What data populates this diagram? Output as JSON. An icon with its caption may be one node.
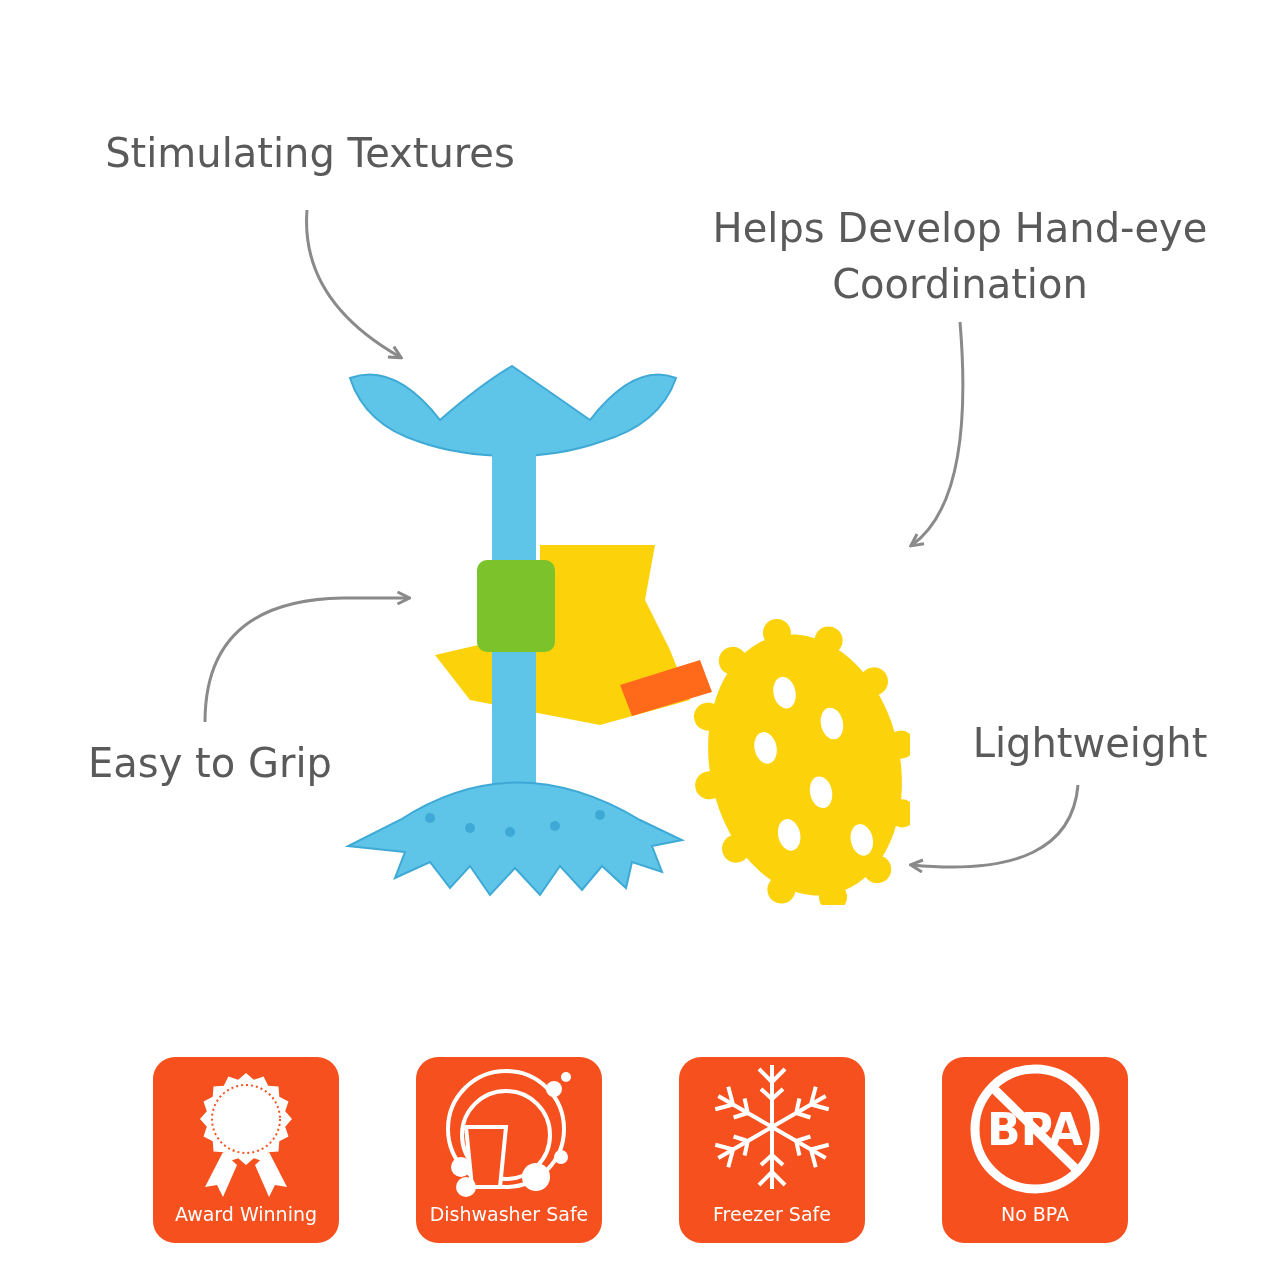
{
  "diagram": {
    "nodes": [
      {
        "text": [
          "Stimulating Textures"
        ]
      },
      {
        "text": [
          "Helps Develop Hand-eye Coordination"
        ]
      },
      {
        "text": [],
        "shape": "picture"
      },
      {
        "text": [
          "Easy to Grip"
        ]
      },
      {
        "text": [
          "Lightweight"
        ]
      },
      {
        "text": [
          "Award Winning"
        ]
      },
      {
        "text": [
          "Dishwasher Safe"
        ]
      },
      {
        "text": [
          "Freezer Safe"
        ]
      },
      {
        "text": [
          "No BPA"
        ]
      }
    ],
    "edges": [
      {
        "from": 0,
        "to": 2,
        "arrow": "to"
      },
      {
        "from": 1,
        "to": 2,
        "arrow": "to"
      },
      {
        "from": 3,
        "to": 2,
        "arrow": "to"
      },
      {
        "from": 4,
        "to": 2,
        "arrow": "to"
      }
    ],
    "labels": [
      "BPA"
    ]
  }
}
